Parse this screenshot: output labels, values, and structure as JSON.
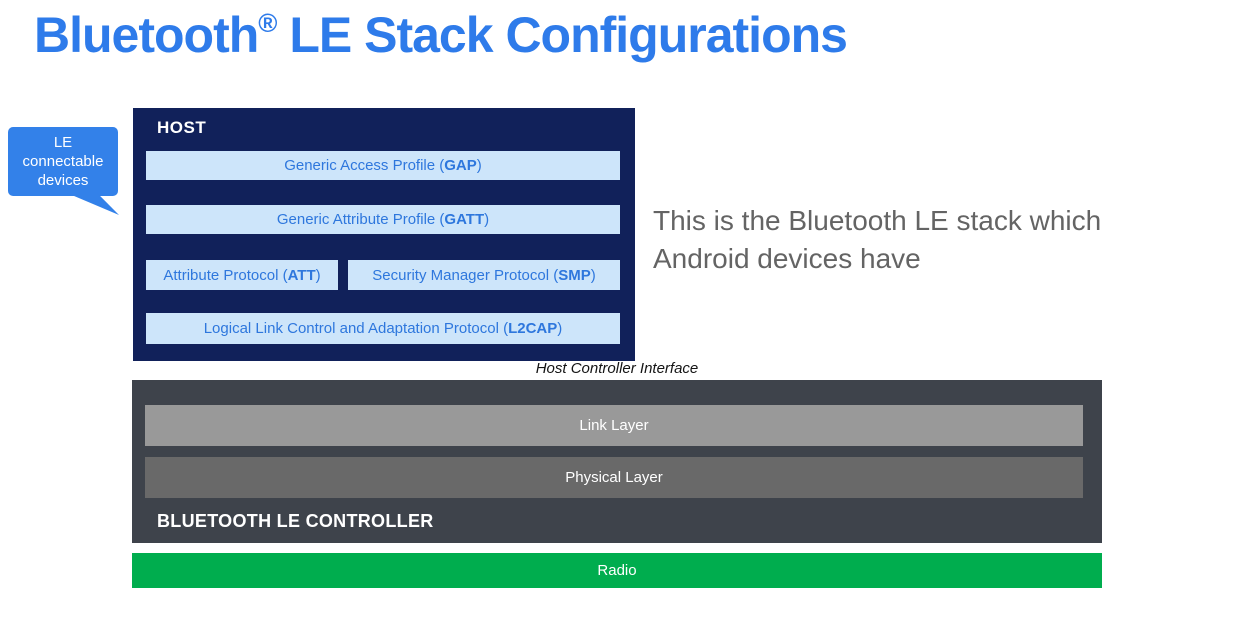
{
  "title": {
    "pre": "Bluetooth",
    "registered": "®",
    "post": " LE Stack Configurations"
  },
  "callout": {
    "text": "LE connectable devices"
  },
  "host": {
    "label": "HOST",
    "gap": {
      "pre": "Generic Access Profile (",
      "acronym": "GAP",
      "post": ")"
    },
    "gatt": {
      "pre": "Generic Attribute Profile (",
      "acronym": "GATT",
      "post": ")"
    },
    "att": {
      "pre": "Attribute Protocol (",
      "acronym": "ATT",
      "post": ")"
    },
    "smp": {
      "pre": "Security Manager Protocol (",
      "acronym": "SMP",
      "post": ")"
    },
    "l2cap": {
      "pre": "Logical Link Control and Adaptation Protocol (",
      "acronym": "L2CAP",
      "post": ")"
    }
  },
  "annotation": {
    "line1": "This is the Bluetooth LE stack which",
    "line2": "Android devices have"
  },
  "hci": {
    "label": "Host Controller Interface"
  },
  "controller": {
    "label": "BLUETOOTH LE CONTROLLER",
    "link_layer": "Link Layer",
    "physical_layer": "Physical Layer"
  },
  "radio": {
    "label": "Radio"
  },
  "colors": {
    "title_blue": "#2e7bea",
    "callout_blue": "#3381e9",
    "host_navy": "#11215a",
    "layer_box_fill": "#cde5fa",
    "layer_box_text": "#2e77dd",
    "annotation_gray": "#646464",
    "controller_dark": "#3e434b",
    "link_layer_gray": "#999999",
    "physical_layer_gray": "#696969",
    "radio_green": "#00ad4e"
  }
}
